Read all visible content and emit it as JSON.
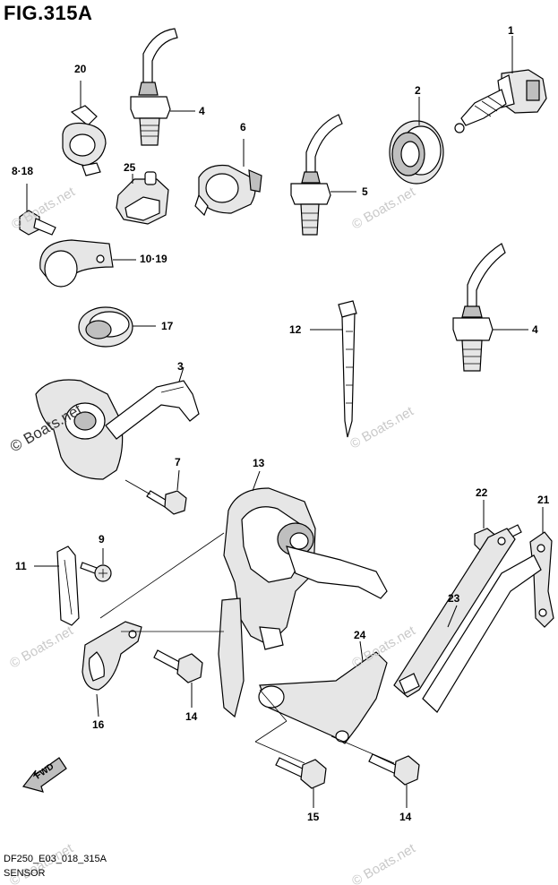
{
  "figure": {
    "title": "FIG.315A",
    "code": "DF250_E03_018_315A",
    "name": "SENSOR"
  },
  "watermarks": {
    "light": "© Boats.net",
    "strong": "© Boats.net"
  },
  "arrow": {
    "label": "FWD"
  },
  "callouts": [
    "1",
    "2",
    "3",
    "4",
    "5",
    "6",
    "7",
    "8·18",
    "9",
    "10·19",
    "11",
    "12",
    "13",
    "14",
    "15",
    "16",
    "17",
    "20",
    "21",
    "22",
    "23",
    "24",
    "25",
    "4",
    "14"
  ]
}
